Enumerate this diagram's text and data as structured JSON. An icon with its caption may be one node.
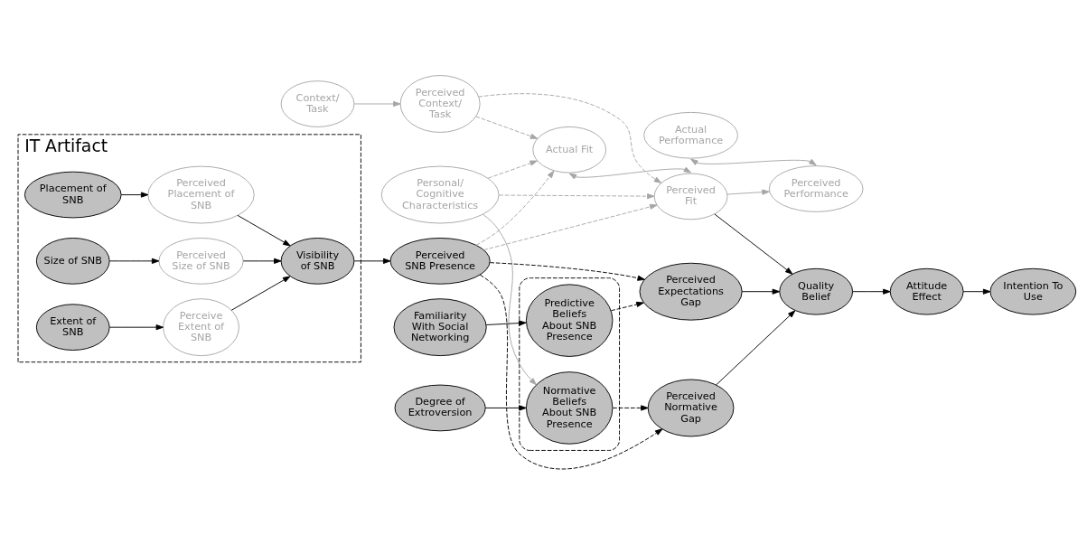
{
  "diagram": {
    "nodes": [
      {
        "text": [
          "IT Artifact"
        ]
      },
      {
        "text": [
          "Placement of SNB"
        ],
        "in": 0
      },
      {
        "text": [
          "Perceived Placement of SNB"
        ],
        "in": 0
      },
      {
        "text": [
          "Size of SNB"
        ],
        "in": 0
      },
      {
        "text": [
          "Perceived Size of SNB"
        ],
        "in": 0
      },
      {
        "text": [
          "Extent of SNB"
        ],
        "in": 0
      },
      {
        "text": [
          "Perceive Extent of SNB"
        ],
        "in": 0
      },
      {
        "text": [
          "Visibility of SNB"
        ],
        "in": 0
      },
      {
        "text": [
          "Context/ Task"
        ]
      },
      {
        "text": [
          "Perceived Context/ Task"
        ]
      },
      {
        "text": [
          "Personal/ Cognitive Characteristics"
        ]
      },
      {
        "text": [
          "Actual Fit"
        ]
      },
      {
        "text": [
          "Actual Performance"
        ]
      },
      {
        "text": [
          "Perceived SNB Presence"
        ]
      },
      {
        "text": [
          "Perceived Fit"
        ]
      },
      {
        "text": [
          "Perceived Performance"
        ]
      },
      {
        "text": [
          "Perceived Normative Gap"
        ]
      },
      {
        "text": [
          "Quality Belief"
        ]
      },
      {
        "text": [
          "Attitude Effect"
        ]
      },
      {
        "text": [
          "Intention To Use"
        ]
      },
      {
        "text": [
          "Degree of Extroversion"
        ]
      },
      {
        "text": [],
        "shape": "box"
      },
      {
        "text": [
          "Normative Beliefs About SNB Presence"
        ],
        "in": 21
      },
      {
        "text": [
          "Predictive Beliefs About SNB Presence"
        ],
        "in": 21
      },
      {
        "text": [
          "Perceived Expectations Gap"
        ]
      },
      {
        "text": [
          "Familiarity With Social Networking"
        ]
      }
    ],
    "edges": [
      {
        "from": 1,
        "to": 2,
        "arrow": "to"
      },
      {
        "from": 3,
        "to": 4,
        "arrow": "to"
      },
      {
        "from": 5,
        "to": 6,
        "arrow": "to"
      },
      {
        "from": 2,
        "to": 7,
        "arrow": "to"
      },
      {
        "from": 4,
        "to": 7,
        "arrow": "to"
      },
      {
        "from": 6,
        "to": 7,
        "arrow": "to"
      },
      {
        "from": 7,
        "to": 13,
        "arrow": "to"
      },
      {
        "from": 8,
        "to": 9,
        "arrow": "to",
        "color": "#a6a6a6"
      },
      {
        "from": 9,
        "to": 11,
        "arrow": "to",
        "style": "dashed",
        "color": "#a6a6a6"
      },
      {
        "from": 9,
        "to": 14,
        "arrow": "to",
        "style": "dashed",
        "color": "#a6a6a6"
      },
      {
        "from": 10,
        "to": 11,
        "arrow": "to",
        "style": "dashed",
        "color": "#a6a6a6"
      },
      {
        "from": 10,
        "to": 14,
        "arrow": "to",
        "style": "dashed",
        "color": "#a6a6a6"
      },
      {
        "from": 13,
        "to": 11,
        "arrow": "to",
        "style": "dashed",
        "color": "#a6a6a6"
      },
      {
        "from": 13,
        "to": 14,
        "arrow": "to",
        "style": "dashed",
        "color": "#a6a6a6"
      },
      {
        "from": 11,
        "to": 14,
        "arrow": "both",
        "color": "#a6a6a6"
      },
      {
        "from": 12,
        "to": 15,
        "arrow": "both",
        "color": "#a6a6a6"
      },
      {
        "from": 14,
        "to": 15,
        "arrow": "to",
        "color": "#a6a6a6"
      },
      {
        "from": 14,
        "to": 17,
        "arrow": "to"
      },
      {
        "from": 13,
        "to": 16,
        "arrow": "to",
        "style": "dashed"
      },
      {
        "from": 13,
        "to": 24,
        "arrow": "to",
        "style": "dashed"
      },
      {
        "from": 10,
        "to": 22,
        "arrow": "to",
        "color": "#a6a6a6"
      },
      {
        "from": 20,
        "to": 22,
        "arrow": "to"
      },
      {
        "from": 25,
        "to": 23,
        "arrow": "to"
      },
      {
        "from": 22,
        "to": 16,
        "arrow": "to",
        "style": "dashed"
      },
      {
        "from": 23,
        "to": 24,
        "arrow": "to",
        "style": "dashed"
      },
      {
        "from": 16,
        "to": 17,
        "arrow": "to"
      },
      {
        "from": 24,
        "to": 17,
        "arrow": "to"
      },
      {
        "from": 17,
        "to": 18,
        "arrow": "to"
      },
      {
        "from": 18,
        "to": 19,
        "arrow": "to"
      }
    ]
  }
}
